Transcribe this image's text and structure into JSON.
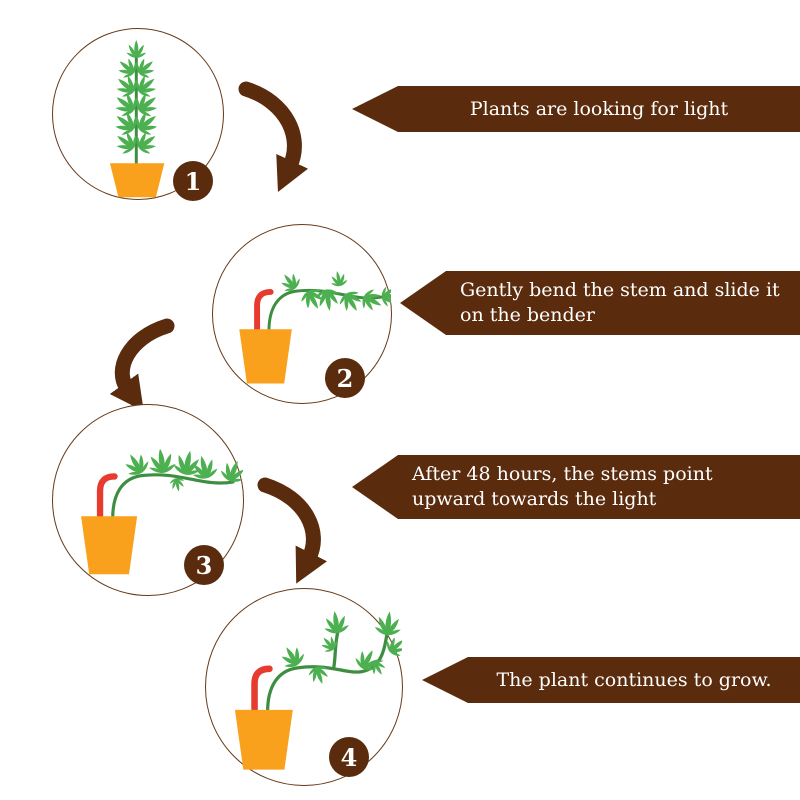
{
  "steps": [
    {
      "number": "1",
      "caption": "Plants are looking for light"
    },
    {
      "number": "2",
      "caption": "Gently bend the stem and slide it on the bender"
    },
    {
      "number": "3",
      "caption": "After 48 hours, the stems point upward towards the light"
    },
    {
      "number": "4",
      "caption": "The plant continues to grow."
    }
  ],
  "colors": {
    "banner": "#5A2B0D",
    "arrow": "#5A2B0D",
    "badge": "#5A2B0D",
    "text": "#FFFFFF",
    "pot": "#F9A11C",
    "leaf": "#4CAF50",
    "stem": "#3E8E41",
    "bender": "#E63B2E",
    "circle-border": "#66391A",
    "background": "#FFFFFF"
  }
}
